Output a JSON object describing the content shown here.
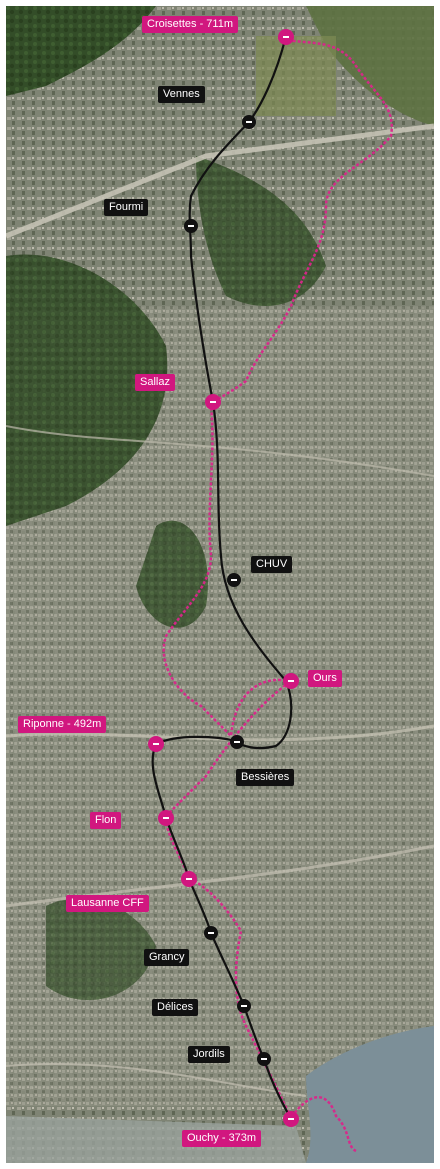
{
  "colors": {
    "metro_line": "#111111",
    "walking_route": "#d9268a",
    "label_black": "#111111",
    "label_pink": "#d1177f",
    "lake": "#7a8e97",
    "forest": "#2f4a26",
    "urban": "#8a8d7e"
  },
  "stations": [
    {
      "name": "Croisettes - 711m",
      "style": "pink"
    },
    {
      "name": "Vennes",
      "style": "black"
    },
    {
      "name": "Fourmi",
      "style": "black"
    },
    {
      "name": "Sallaz",
      "style": "pink"
    },
    {
      "name": "CHUV",
      "style": "black"
    },
    {
      "name": "Ours",
      "style": "pink"
    },
    {
      "name": "Riponne - 492m",
      "style": "pink"
    },
    {
      "name": "Bessières",
      "style": "black"
    },
    {
      "name": "Flon",
      "style": "pink"
    },
    {
      "name": "Lausanne CFF",
      "style": "pink"
    },
    {
      "name": "Grancy",
      "style": "black"
    },
    {
      "name": "Délices",
      "style": "black"
    },
    {
      "name": "Jordils",
      "style": "black"
    },
    {
      "name": "Ouchy - 373m",
      "style": "pink"
    }
  ]
}
